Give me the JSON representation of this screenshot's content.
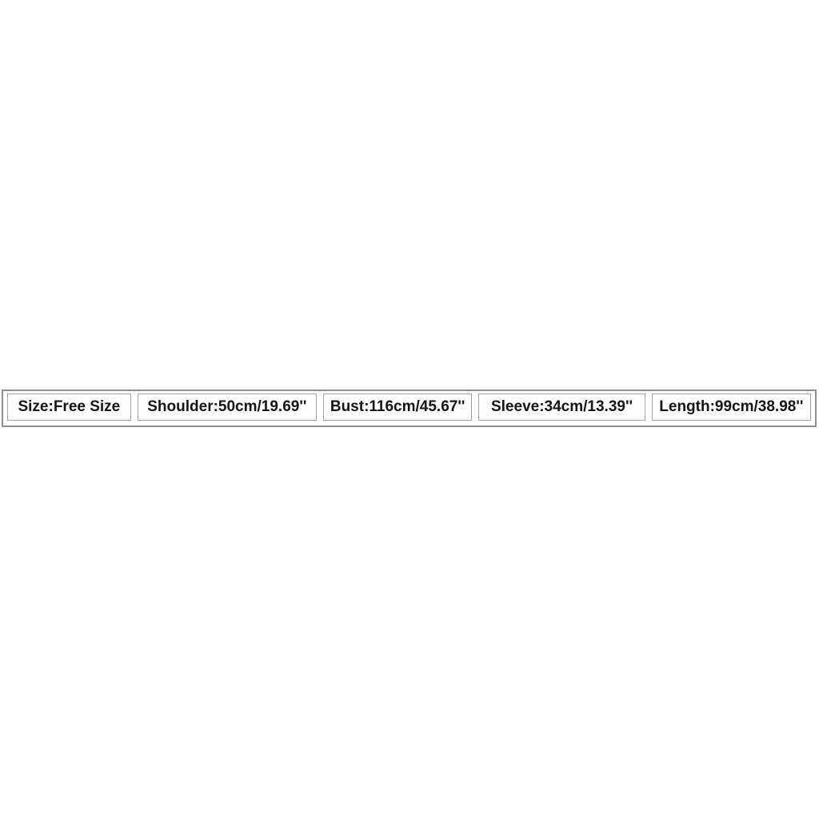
{
  "page": {
    "background": "#ffffff"
  },
  "size_chart": {
    "cells": [
      {
        "label": "Size:Free Size"
      },
      {
        "label": "Shoulder:50cm/19.69''"
      },
      {
        "label": "Bust:116cm/45.67''"
      },
      {
        "label": "Sleeve:34cm/13.39''"
      },
      {
        "label": "Length:99cm/38.98''"
      }
    ],
    "colors": {
      "outer_border": "#8e8e8e",
      "cell_border": "#a2a2a2",
      "cell_background": "#fdfdfd",
      "text": "#151515"
    }
  },
  "chart_data": {
    "type": "table",
    "title": "Garment size chart",
    "columns": [
      "Size",
      "Shoulder",
      "Bust",
      "Sleeve",
      "Length"
    ],
    "rows": [
      [
        "Free Size",
        "50cm/19.69''",
        "116cm/45.67''",
        "34cm/13.39''",
        "99cm/38.98''"
      ]
    ],
    "layout_hints": {
      "orientation": "single-row horizontal strip",
      "grid": "off",
      "cells_bordered": true
    }
  }
}
